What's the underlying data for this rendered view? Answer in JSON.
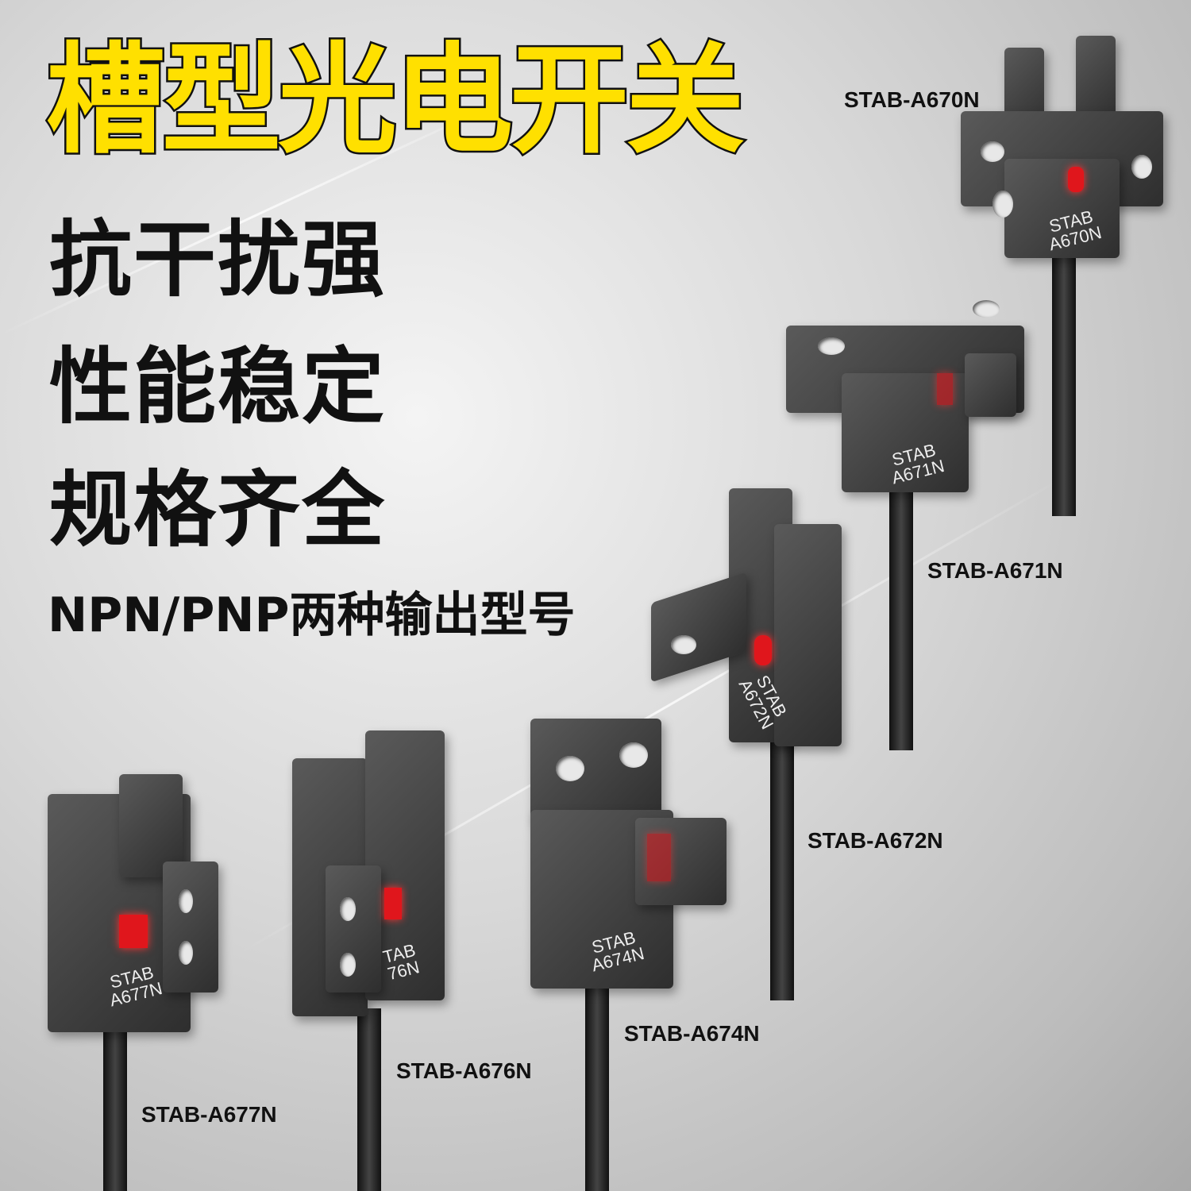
{
  "headline": "槽型光电开关",
  "features": [
    "抗干扰强",
    "性能稳定",
    "规格齐全"
  ],
  "output_types": "NPN/PNP两种输出型号",
  "colors": {
    "headline": "#ffe000",
    "text": "#111111",
    "led": "#e0161c"
  },
  "products": [
    {
      "model": "STAB-A670N",
      "body_brand": "STAB",
      "body_model": "A670N"
    },
    {
      "model": "STAB-A671N",
      "body_brand": "STAB",
      "body_model": "A671N"
    },
    {
      "model": "STAB-A672N",
      "body_brand": "STAB",
      "body_model": "A672N"
    },
    {
      "model": "STAB-A674N",
      "body_brand": "STAB",
      "body_model": "A674N"
    },
    {
      "model": "STAB-A676N",
      "body_brand": "TAB",
      "body_model": "76N"
    },
    {
      "model": "STAB-A677N",
      "body_brand": "STAB",
      "body_model": "A677N"
    }
  ]
}
